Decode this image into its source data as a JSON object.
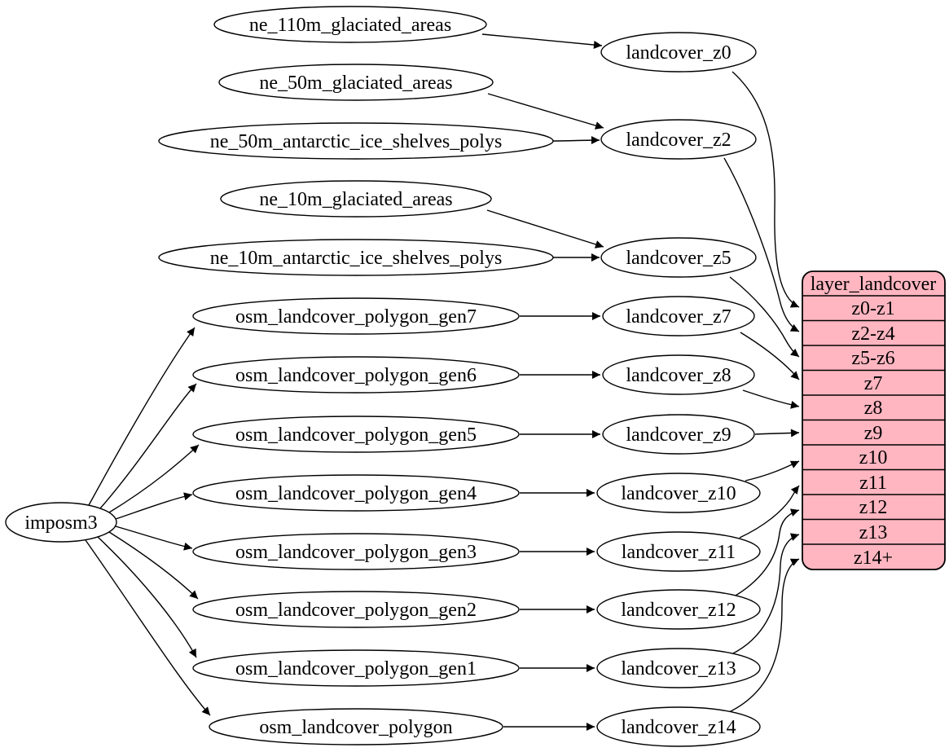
{
  "colors": {
    "background": "#ffffff",
    "node_fill": "#ffffff",
    "node_stroke": "#000000",
    "edge_color": "#000000",
    "record_fill": "#ffb6c1",
    "text_color": "#000000"
  },
  "graph": {
    "node_labels": {
      "imposm3": "imposm3",
      "ne_110m_glaciated_areas": "ne_110m_glaciated_areas",
      "ne_50m_glaciated_areas": "ne_50m_glaciated_areas",
      "ne_50m_antarctic_ice_shelves_polys": "ne_50m_antarctic_ice_shelves_polys",
      "ne_10m_glaciated_areas": "ne_10m_glaciated_areas",
      "ne_10m_antarctic_ice_shelves_polys": "ne_10m_antarctic_ice_shelves_polys",
      "osm_landcover_polygon_gen7": "osm_landcover_polygon_gen7",
      "osm_landcover_polygon_gen6": "osm_landcover_polygon_gen6",
      "osm_landcover_polygon_gen5": "osm_landcover_polygon_gen5",
      "osm_landcover_polygon_gen4": "osm_landcover_polygon_gen4",
      "osm_landcover_polygon_gen3": "osm_landcover_polygon_gen3",
      "osm_landcover_polygon_gen2": "osm_landcover_polygon_gen2",
      "osm_landcover_polygon_gen1": "osm_landcover_polygon_gen1",
      "osm_landcover_polygon": "osm_landcover_polygon",
      "landcover_z0": "landcover_z0",
      "landcover_z2": "landcover_z2",
      "landcover_z5": "landcover_z5",
      "landcover_z7": "landcover_z7",
      "landcover_z8": "landcover_z8",
      "landcover_z9": "landcover_z9",
      "landcover_z10": "landcover_z10",
      "landcover_z11": "landcover_z11",
      "landcover_z12": "landcover_z12",
      "landcover_z13": "landcover_z13",
      "landcover_z14": "landcover_z14"
    },
    "record": {
      "title": "layer_landcover",
      "rows": [
        "z0-z1",
        "z2-z4",
        "z5-z6",
        "z7",
        "z8",
        "z9",
        "z10",
        "z11",
        "z12",
        "z13",
        "z14+"
      ]
    },
    "edges": [
      {
        "from": "ne_110m_glaciated_areas",
        "to": "landcover_z0"
      },
      {
        "from": "ne_50m_glaciated_areas",
        "to": "landcover_z2"
      },
      {
        "from": "ne_50m_antarctic_ice_shelves_polys",
        "to": "landcover_z2"
      },
      {
        "from": "ne_10m_glaciated_areas",
        "to": "landcover_z5"
      },
      {
        "from": "ne_10m_antarctic_ice_shelves_polys",
        "to": "landcover_z5"
      },
      {
        "from": "imposm3",
        "to": "osm_landcover_polygon_gen7"
      },
      {
        "from": "imposm3",
        "to": "osm_landcover_polygon_gen6"
      },
      {
        "from": "imposm3",
        "to": "osm_landcover_polygon_gen5"
      },
      {
        "from": "imposm3",
        "to": "osm_landcover_polygon_gen4"
      },
      {
        "from": "imposm3",
        "to": "osm_landcover_polygon_gen3"
      },
      {
        "from": "imposm3",
        "to": "osm_landcover_polygon_gen2"
      },
      {
        "from": "imposm3",
        "to": "osm_landcover_polygon_gen1"
      },
      {
        "from": "imposm3",
        "to": "osm_landcover_polygon"
      },
      {
        "from": "osm_landcover_polygon_gen7",
        "to": "landcover_z7"
      },
      {
        "from": "osm_landcover_polygon_gen6",
        "to": "landcover_z8"
      },
      {
        "from": "osm_landcover_polygon_gen5",
        "to": "landcover_z9"
      },
      {
        "from": "osm_landcover_polygon_gen4",
        "to": "landcover_z10"
      },
      {
        "from": "osm_landcover_polygon_gen3",
        "to": "landcover_z11"
      },
      {
        "from": "osm_landcover_polygon_gen2",
        "to": "landcover_z12"
      },
      {
        "from": "osm_landcover_polygon_gen1",
        "to": "landcover_z13"
      },
      {
        "from": "osm_landcover_polygon",
        "to": "landcover_z14"
      },
      {
        "from": "landcover_z0",
        "to": "layer_landcover",
        "to_row": "z0-z1"
      },
      {
        "from": "landcover_z2",
        "to": "layer_landcover",
        "to_row": "z2-z4"
      },
      {
        "from": "landcover_z5",
        "to": "layer_landcover",
        "to_row": "z5-z6"
      },
      {
        "from": "landcover_z7",
        "to": "layer_landcover",
        "to_row": "z7"
      },
      {
        "from": "landcover_z8",
        "to": "layer_landcover",
        "to_row": "z8"
      },
      {
        "from": "landcover_z9",
        "to": "layer_landcover",
        "to_row": "z9"
      },
      {
        "from": "landcover_z10",
        "to": "layer_landcover",
        "to_row": "z10"
      },
      {
        "from": "landcover_z11",
        "to": "layer_landcover",
        "to_row": "z11"
      },
      {
        "from": "landcover_z12",
        "to": "layer_landcover",
        "to_row": "z12"
      },
      {
        "from": "landcover_z13",
        "to": "layer_landcover",
        "to_row": "z13"
      },
      {
        "from": "landcover_z14",
        "to": "layer_landcover",
        "to_row": "z14+"
      }
    ]
  }
}
